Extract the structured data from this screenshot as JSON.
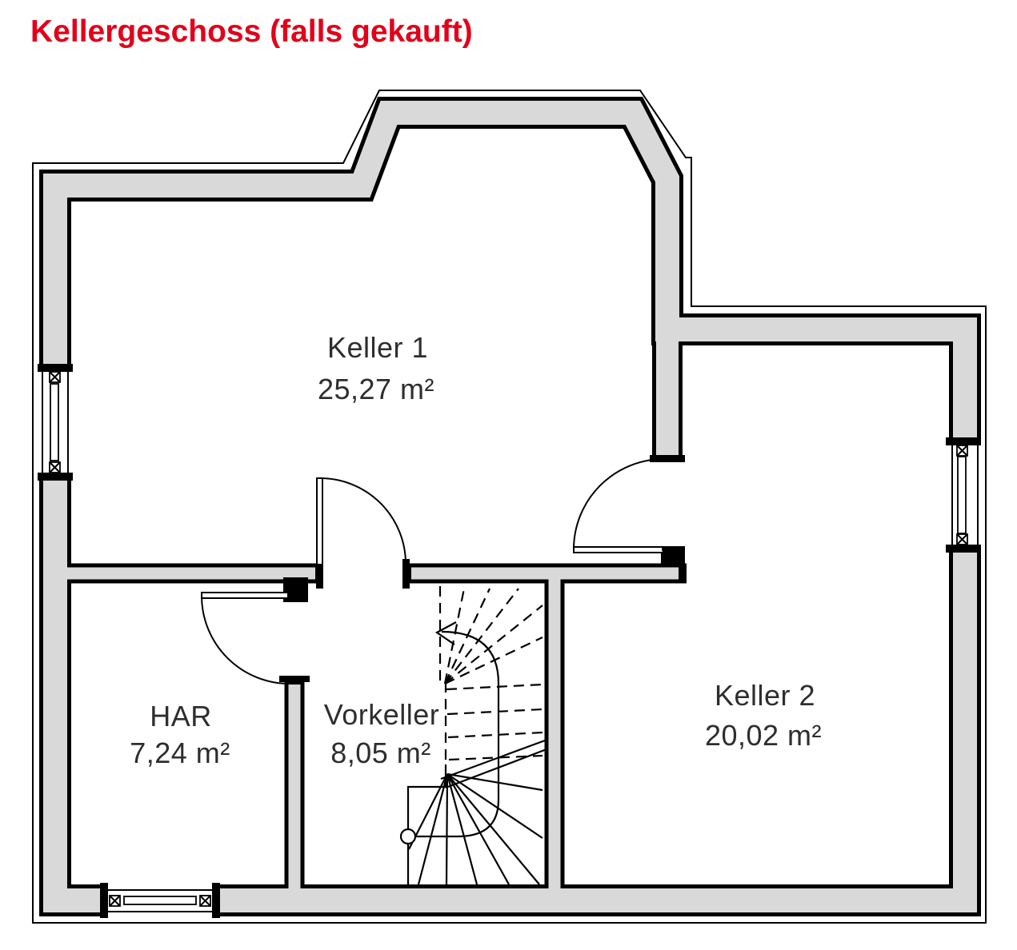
{
  "title": {
    "text": "Kellergeschoss (falls gekauft)"
  },
  "colors": {
    "title_red": "#e2001a",
    "wall_fill": "#d9d9d9",
    "line": "#000000",
    "label_text": "#2e2e2e",
    "background": "#ffffff"
  },
  "rooms": {
    "keller1": {
      "name": "Keller 1",
      "area": "25,27 m²"
    },
    "vorkeller": {
      "name": "Vorkeller",
      "area": "8,05 m²"
    },
    "har": {
      "name": "HAR",
      "area": "7,24 m²"
    },
    "keller2": {
      "name": "Keller 2",
      "area": "20,02 m²"
    }
  },
  "elements": {
    "windows": [
      "west-wall-window",
      "south-wall-window",
      "east-wall-window"
    ],
    "doors": [
      "keller1-vorkeller-door",
      "keller1-keller2-door",
      "har-vorkeller-door"
    ],
    "stairs": "winder-staircase-with-up-arrow"
  }
}
